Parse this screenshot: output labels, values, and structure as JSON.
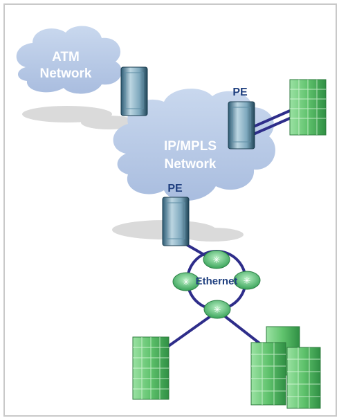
{
  "diagram": {
    "atm_cloud": {
      "line1": "ATM",
      "line2": "Network"
    },
    "mpls_cloud": {
      "line1": "IP/MPLS",
      "line2": "Network"
    },
    "pe_top": "PE",
    "pe_bottom": "PE",
    "ring": "Ethernet"
  },
  "colors": {
    "cloud_fill": "#b9cbe6",
    "cloud_shadow": "#dadada",
    "link": "#2e2d8a",
    "building": "#5fbf6f",
    "router": "#6ec98a",
    "label": "#1f3f7f"
  },
  "icons": [
    "cloud-icon",
    "pe-router-icon",
    "building-icon",
    "ethernet-switch-icon"
  ]
}
